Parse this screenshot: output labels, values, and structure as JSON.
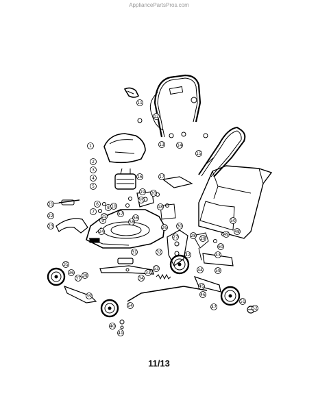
{
  "watermark": "AppliancePartsPros.com",
  "page_number": "11/13",
  "diagram": {
    "callouts": [
      {
        "n": "1"
      },
      {
        "n": "2"
      },
      {
        "n": "3"
      },
      {
        "n": "4"
      },
      {
        "n": "5"
      },
      {
        "n": "6"
      },
      {
        "n": "7"
      },
      {
        "n": "8"
      },
      {
        "n": "9"
      },
      {
        "n": "10"
      },
      {
        "n": "11"
      },
      {
        "n": "12"
      },
      {
        "n": "13"
      },
      {
        "n": "14"
      },
      {
        "n": "15"
      },
      {
        "n": "16"
      },
      {
        "n": "17"
      },
      {
        "n": "18"
      },
      {
        "n": "19"
      },
      {
        "n": "20"
      },
      {
        "n": "21"
      },
      {
        "n": "22"
      },
      {
        "n": "23"
      },
      {
        "n": "24"
      },
      {
        "n": "25"
      },
      {
        "n": "26"
      },
      {
        "n": "27"
      },
      {
        "n": "28"
      },
      {
        "n": "29"
      },
      {
        "n": "30"
      },
      {
        "n": "31"
      },
      {
        "n": "32"
      },
      {
        "n": "33"
      },
      {
        "n": "34"
      },
      {
        "n": "35"
      },
      {
        "n": "36"
      },
      {
        "n": "37"
      },
      {
        "n": "38"
      },
      {
        "n": "39"
      },
      {
        "n": "40"
      },
      {
        "n": "41"
      },
      {
        "n": "42"
      },
      {
        "n": "43"
      },
      {
        "n": "44"
      },
      {
        "n": "45"
      },
      {
        "n": "46"
      },
      {
        "n": "47"
      },
      {
        "n": "48"
      },
      {
        "n": "49"
      },
      {
        "n": "50"
      },
      {
        "n": "51"
      },
      {
        "n": "52"
      },
      {
        "n": "53"
      },
      {
        "n": "54"
      },
      {
        "n": "55"
      },
      {
        "n": "56"
      },
      {
        "n": "57"
      },
      {
        "n": "58"
      },
      {
        "n": "59"
      },
      {
        "n": "60"
      }
    ]
  }
}
